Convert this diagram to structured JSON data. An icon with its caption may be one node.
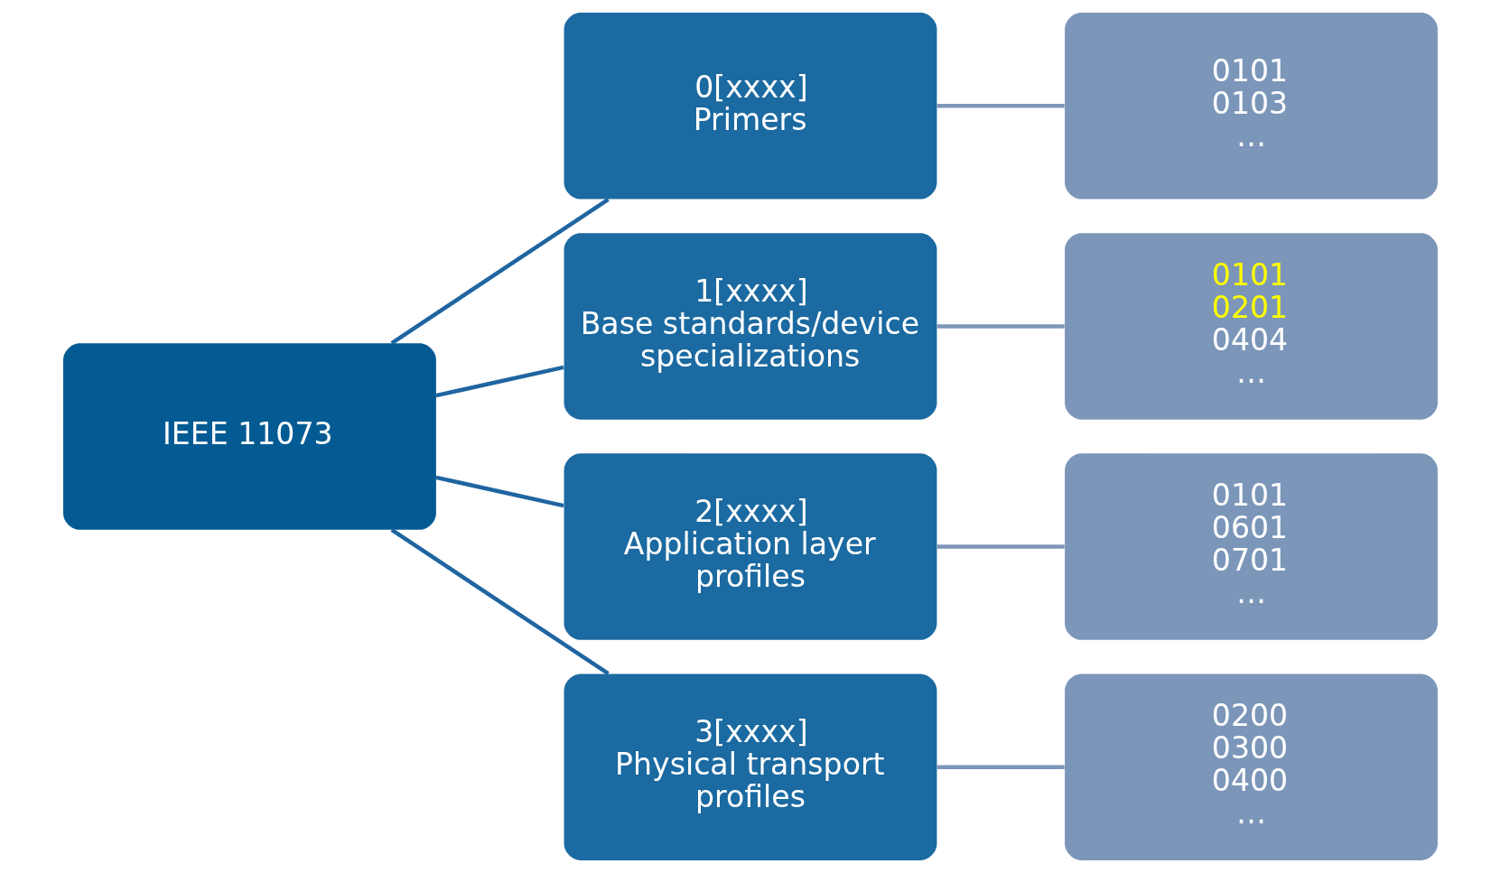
{
  "diagram": {
    "nodes": [
      {
        "text": [
          "IEEE 11073"
        ]
      },
      {
        "text": [
          "0[xxxx]",
          "Primers"
        ]
      },
      {
        "text": [
          "1[xxxx]",
          "Base standards/device specializations"
        ]
      },
      {
        "text": [
          "2[xxxx]",
          "Application layer profiles"
        ]
      },
      {
        "text": [
          "3[xxxx]",
          "Physical transport profiles"
        ]
      },
      {
        "text": [
          "0101",
          "0103",
          "…"
        ]
      },
      {
        "text": [
          "0101",
          "0201",
          "0404",
          "…"
        ]
      },
      {
        "text": [
          "0101",
          "0601",
          "0701",
          "…"
        ]
      },
      {
        "text": [
          "0200",
          "0300",
          "0400",
          "…"
        ]
      }
    ],
    "edges": [
      {
        "from": 0,
        "to": 1,
        "arrow": "none",
        "color": "#1f65a0"
      },
      {
        "from": 0,
        "to": 2,
        "arrow": "none",
        "color": "#1f65a0"
      },
      {
        "from": 0,
        "to": 3,
        "arrow": "none",
        "color": "#1f65a0"
      },
      {
        "from": 0,
        "to": 4,
        "arrow": "none",
        "color": "#1f65a0"
      },
      {
        "from": 1,
        "to": 5,
        "arrow": "none",
        "color": "#7d96b9"
      },
      {
        "from": 2,
        "to": 6,
        "arrow": "none",
        "color": "#7d96b9"
      },
      {
        "from": 3,
        "to": 7,
        "arrow": "none",
        "color": "#7d96b9"
      },
      {
        "from": 4,
        "to": 8,
        "arrow": "none",
        "color": "#7d96b9"
      }
    ]
  }
}
